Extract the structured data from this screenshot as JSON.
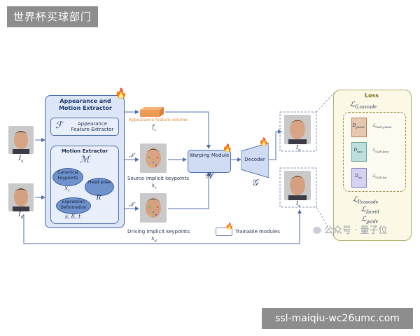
{
  "watermarks": {
    "top_left": "世界杯买球部门",
    "bottom_right": "ssl-maiqiu-wc26umc.com",
    "wechat": "公众号 · 量子位"
  },
  "inputs": {
    "source_symbol": "I",
    "source_sub": "s",
    "driving_symbol": "I",
    "driving_sub": "d"
  },
  "appearance_motion": {
    "title": "Appearance and Motion Extractor",
    "feature_extractor_symbol": "ℱ",
    "feature_extractor_label": "Appearance Feature Extractor",
    "motion_title": "Motion Extractor",
    "motion_symbol": "ℳ",
    "canonical_label": "Canonical keypoints",
    "canonical_symbol": "x",
    "canonical_sub": "c",
    "head_label": "Head pose",
    "head_symbol": "R",
    "expression_label": "Expression Deformation",
    "params_symbol": "s, δ, t"
  },
  "feature_volume": {
    "label": "Appearance feature volume",
    "symbol": "f",
    "sub": "s"
  },
  "tau_top": "𝒯",
  "tau_bottom": "𝒯",
  "source_kp": {
    "label": "Source implicit keypoints",
    "symbol": "x",
    "sub": "s"
  },
  "driving_kp": {
    "label": "Driving implicit keypoints",
    "symbol": "x",
    "sub": "d"
  },
  "warping": {
    "label": "Warping Module",
    "symbol": "𝒲"
  },
  "decoder": {
    "label": "Decoder",
    "symbol": "𝒢"
  },
  "outputs": {
    "pred_symbol": "I",
    "pred_sub": "p",
    "driving_symbol": "I",
    "driving_sub": "d"
  },
  "legend": {
    "trainable": "Trainable modules"
  },
  "loss": {
    "title": "Loss",
    "cascade_g": "ℒ",
    "cascade_g_sub": "G,cascade",
    "d_global": "D",
    "d_global_sub": "global",
    "gan_global": "ℒ",
    "gan_global_sub": "GAN,global",
    "d_face": "D",
    "d_face_sub": "face",
    "gan_face": "ℒ",
    "gan_face_sub": "GAN,face",
    "d_lip": "D",
    "d_lip_sub": "lip",
    "gan_lip": "ℒ",
    "gan_lip_sub": "GAN,lip",
    "p_cascade": "ℒ",
    "p_cascade_sub": "P,cascade",
    "faceid": "ℒ",
    "faceid_sub": "faceid",
    "guide": "ℒ",
    "guide_sub": "guide"
  },
  "colors": {
    "panel_bg": "#dde6f6",
    "panel_border": "#3f64a8",
    "loss_bg": "#fbf8e6",
    "loss_border": "#b3ac6a",
    "fire": "#f07a1a"
  }
}
